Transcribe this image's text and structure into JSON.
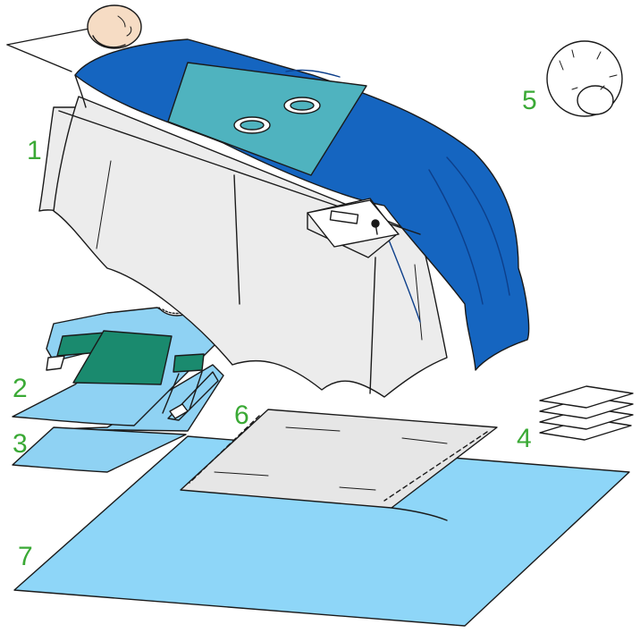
{
  "labels": {
    "patient_drape": "1",
    "gown_reinforced": "2",
    "gown_standard": "3",
    "towels": "4",
    "cap": "5",
    "table_cover": "6",
    "sheet": "7"
  },
  "colors": {
    "label_green": "#3aa935",
    "drape_blue": "#1565c0",
    "drape_blue_dark": "#0d47a1",
    "fenestration_teal": "#4fb3bf",
    "gown_light_blue": "#8fd2f3",
    "gown_panel_green": "#1a8a6e",
    "sheet_light_blue": "#8ed6f8",
    "table_cover_gray": "#e6e6e6",
    "skirt_gray": "#ececec",
    "skin": "#f6dcc4"
  }
}
